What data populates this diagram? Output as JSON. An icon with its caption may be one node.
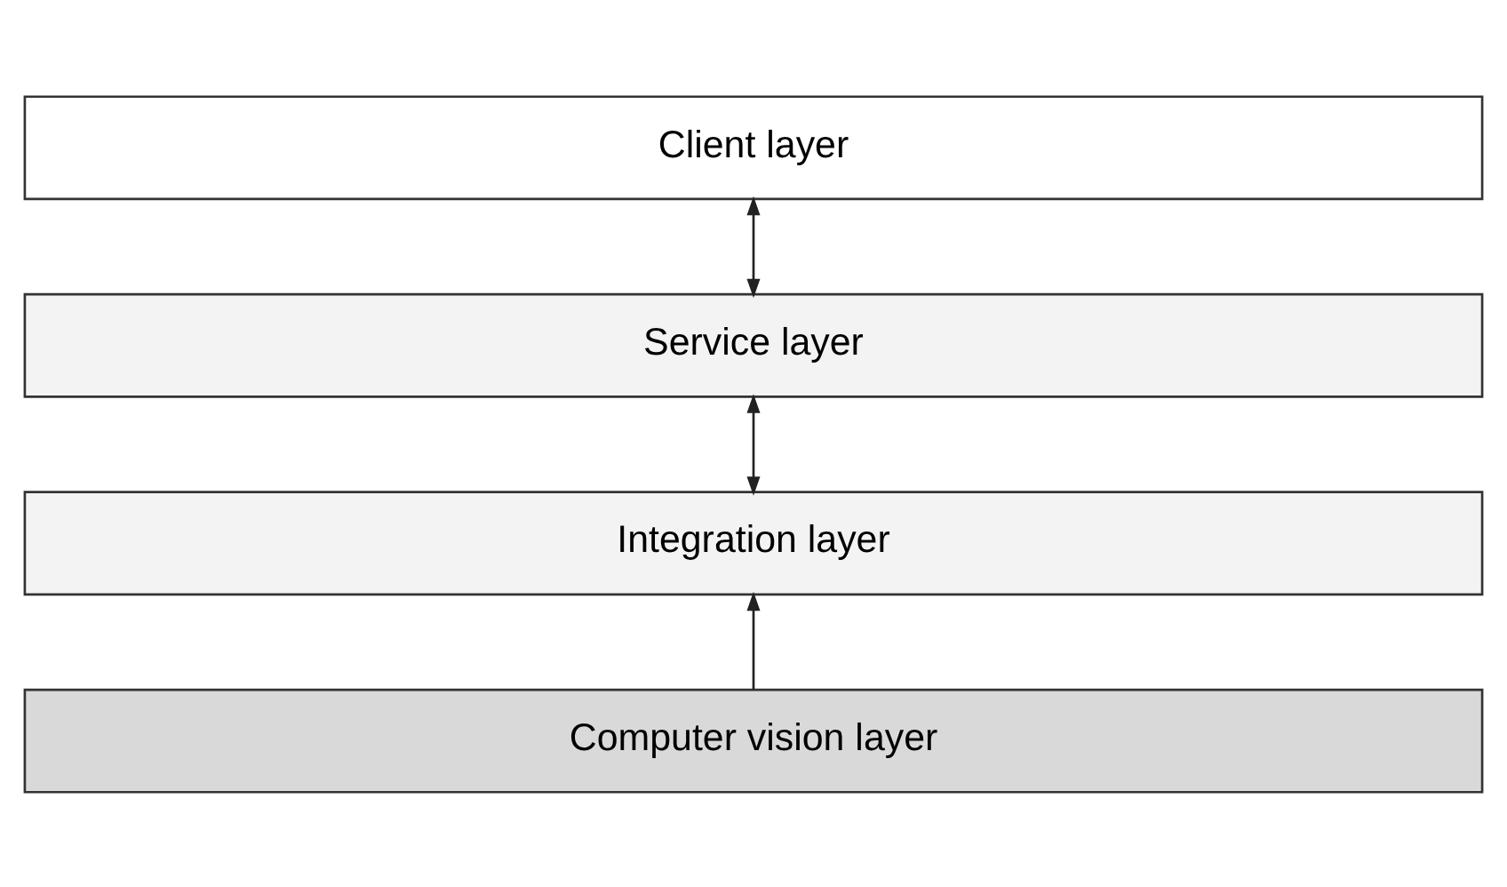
{
  "diagram": {
    "nodes": [
      {
        "text": [
          "Client layer"
        ]
      },
      {
        "text": [
          "Service layer"
        ]
      },
      {
        "text": [
          "Integration layer"
        ]
      },
      {
        "text": [
          "Computer vision layer"
        ]
      }
    ],
    "edges": [
      {
        "from": 0,
        "to": 1,
        "arrow": "both"
      },
      {
        "from": 1,
        "to": 2,
        "arrow": "both"
      },
      {
        "from": 3,
        "to": 2,
        "arrow": "to"
      }
    ]
  }
}
